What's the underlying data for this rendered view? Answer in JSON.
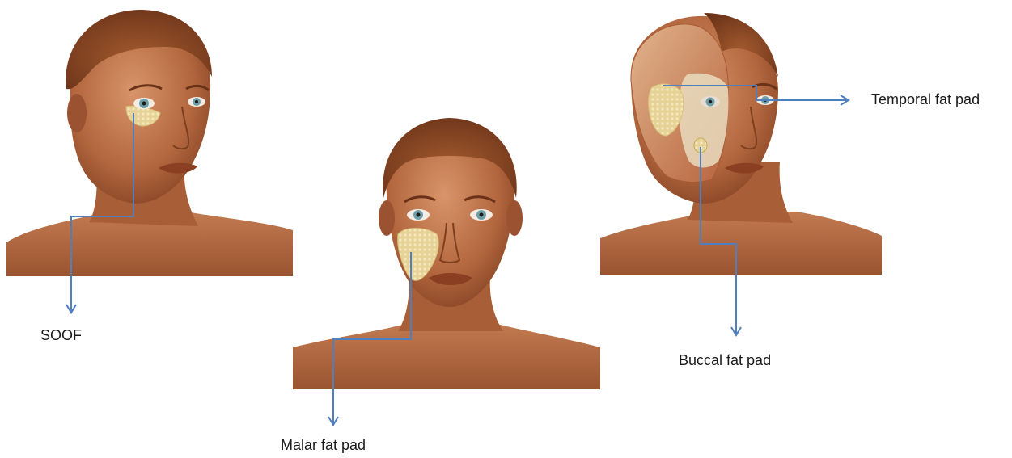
{
  "figure": {
    "labels": {
      "soof": "SOOF",
      "malar": "Malar fat pad",
      "temporal": "Temporal fat pad",
      "buccal": "Buccal fat pad"
    },
    "colors": {
      "background": "#ffffff",
      "arrow": "#4f7fbf",
      "skin_light": "#cf8a5c",
      "skin_mid": "#b0643a",
      "skin_dark": "#7a3a1c",
      "hair": "#8a4a26",
      "fat_pad": "#e8d49a",
      "muscle": "#c8724e",
      "bone": "#e9dcc0",
      "iris": "#6e9ea8"
    },
    "panels": [
      {
        "name": "left-head",
        "view": "three-quarter",
        "highlight": "soof"
      },
      {
        "name": "center-head",
        "view": "frontal",
        "highlight": "malar"
      },
      {
        "name": "right-head",
        "view": "three-quarter anatomical cutaway",
        "highlight": "temporal and buccal"
      }
    ]
  }
}
